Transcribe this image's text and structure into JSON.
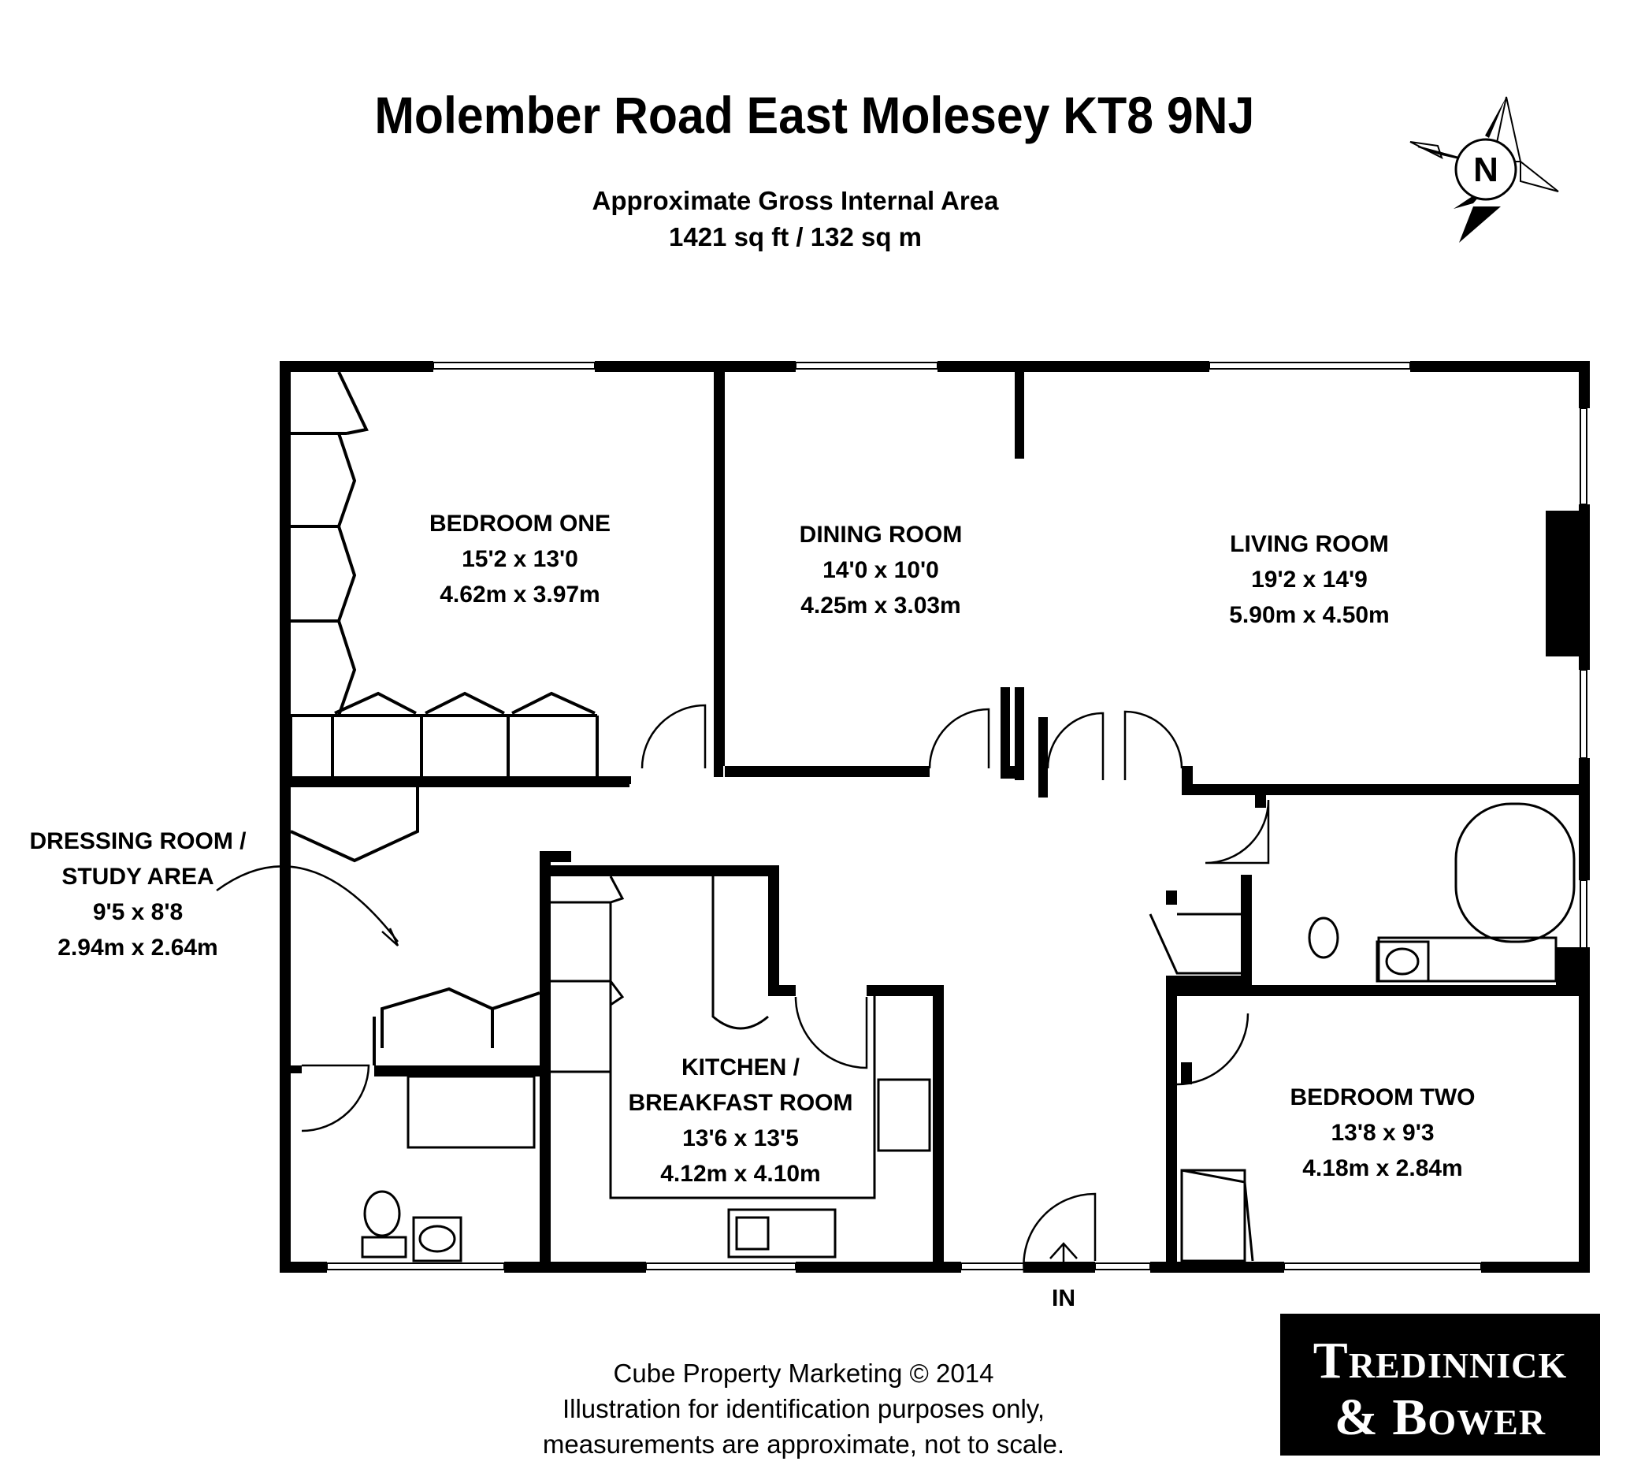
{
  "title": "Molember Road East Molesey KT8 9NJ",
  "area": {
    "line1": "Approximate Gross Internal Area",
    "line2": "1421 sq ft / 132 sq m"
  },
  "compass": {
    "label": "N"
  },
  "rooms": {
    "bedroom_one": {
      "name": "BEDROOM ONE",
      "imperial": "15'2 x 13'0",
      "metric": "4.62m x 3.97m"
    },
    "dining_room": {
      "name": "DINING ROOM",
      "imperial": "14'0 x 10'0",
      "metric": "4.25m x 3.03m"
    },
    "living_room": {
      "name": "LIVING ROOM",
      "imperial": "19'2 x 14'9",
      "metric": "5.90m x 4.50m"
    },
    "dressing_room": {
      "name_line1": "DRESSING ROOM /",
      "name_line2": "STUDY AREA",
      "imperial": "9'5 x 8'8",
      "metric": "2.94m x 2.64m"
    },
    "kitchen": {
      "name_line1": "KITCHEN /",
      "name_line2": "BREAKFAST ROOM",
      "imperial": "13'6 x 13'5",
      "metric": "4.12m x 4.10m"
    },
    "bedroom_two": {
      "name": "BEDROOM TWO",
      "imperial": "13'8 x 9'3",
      "metric": "4.18m x 2.84m"
    }
  },
  "entrance_label": "IN",
  "footer": {
    "line1": "Cube Property Marketing © 2014",
    "line2": "Illustration for identification purposes only,",
    "line3": "measurements are approximate, not to scale."
  },
  "logo": {
    "line1": "Tredinnick",
    "line2": "& Bower"
  }
}
